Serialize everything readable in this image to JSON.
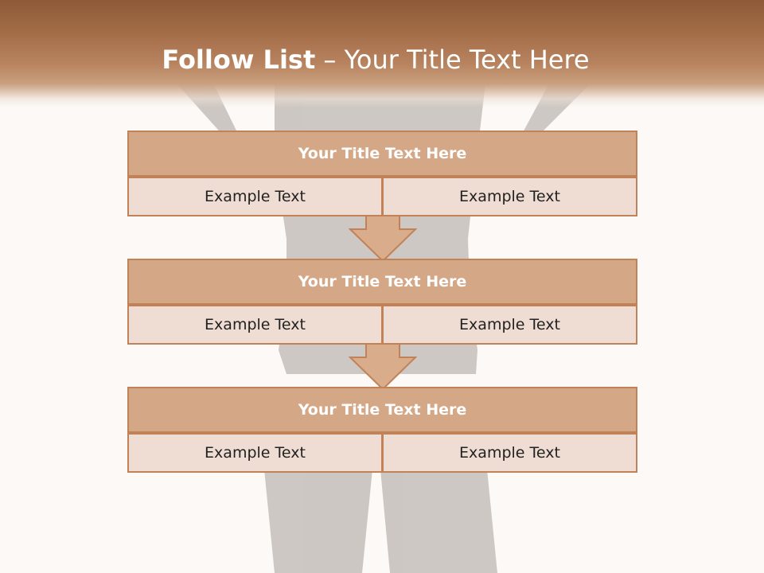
{
  "slide": {
    "title_bold": "Follow List",
    "title_rest": " – Your Title Text Here"
  },
  "blocks": [
    {
      "title": "Your Title Text Here",
      "left_text": "Example Text",
      "right_text": "Example Text"
    },
    {
      "title": "Your Title Text Here",
      "left_text": "Example Text",
      "right_text": "Example Text"
    },
    {
      "title": "Your Title Text Here",
      "left_text": "Example Text",
      "right_text": "Example Text"
    }
  ],
  "colors": {
    "header_band": "#a26c47",
    "block_title_fill": "#d4a786",
    "block_cell_fill": "#efdcd3",
    "border": "#c28258"
  }
}
